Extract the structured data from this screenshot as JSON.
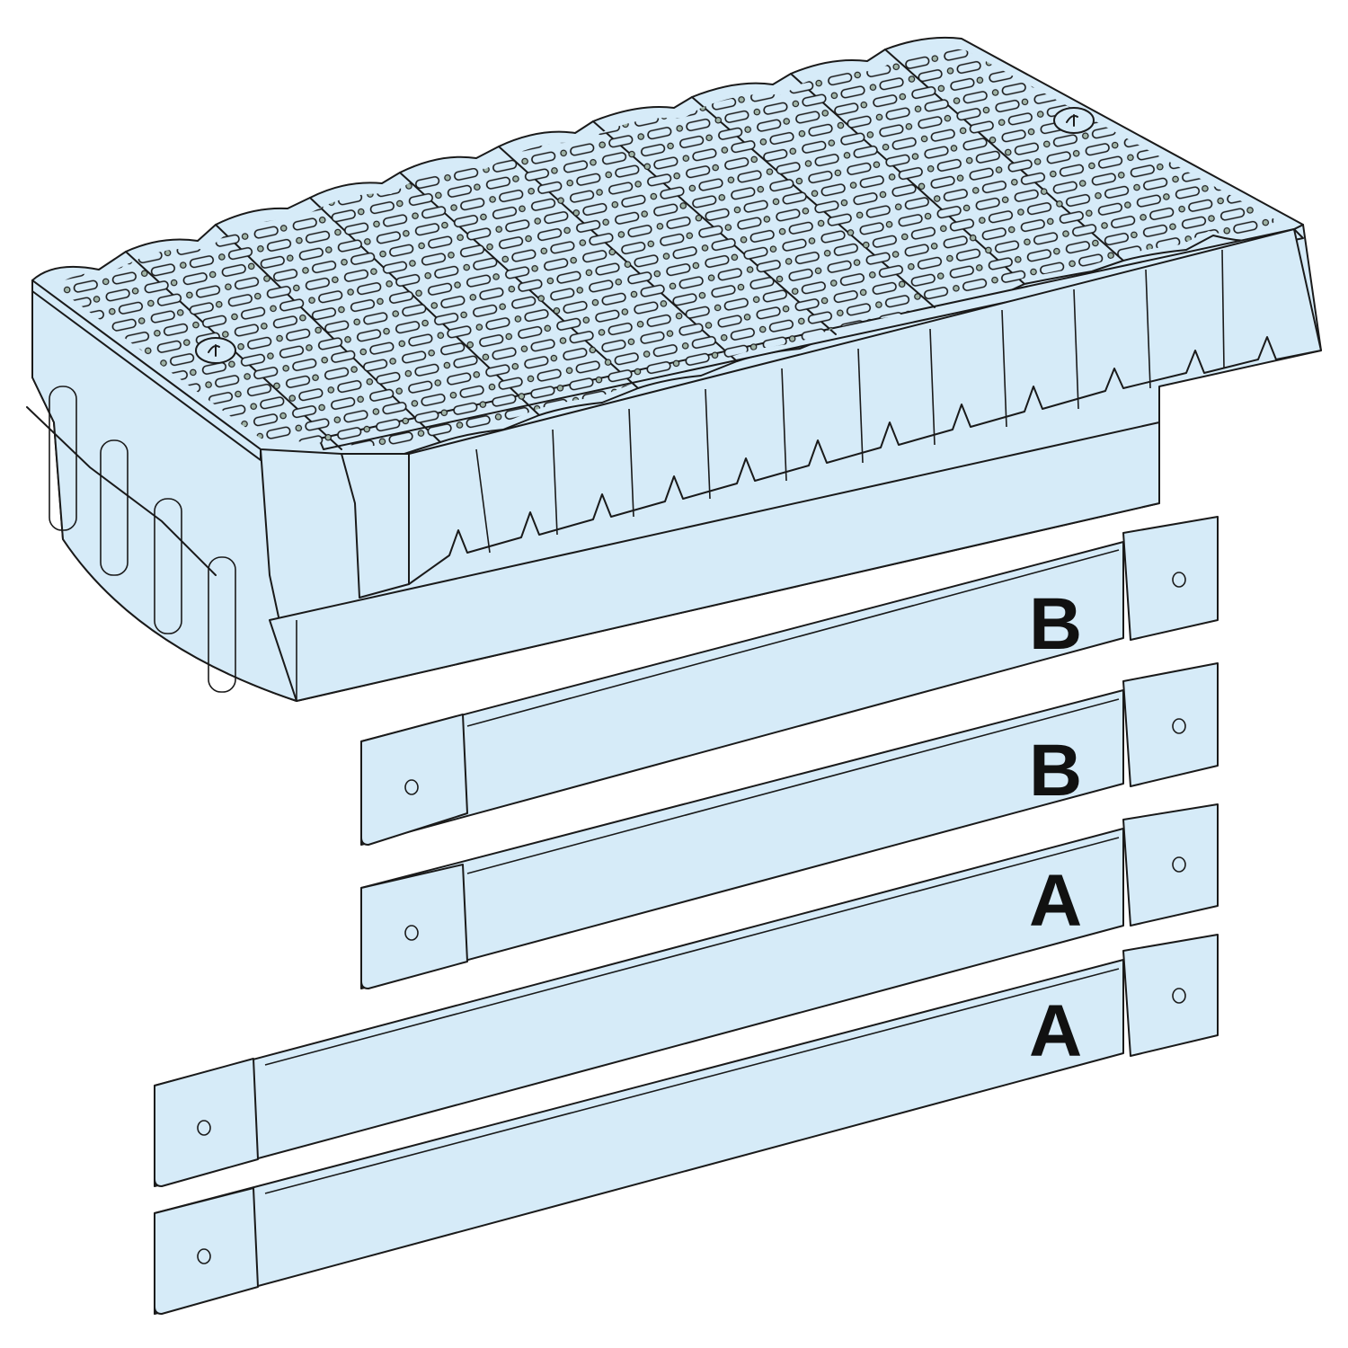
{
  "figure": {
    "type": "technical-illustration",
    "subject": "busbar support tray with four busbars",
    "colors": {
      "fill": "#d6ebf8",
      "outline": "#1a1a1a",
      "label": "#111111",
      "background": "#ffffff"
    }
  },
  "tray": {
    "name": "perforated busbar support tray",
    "segments": 12
  },
  "busbars": [
    {
      "label": "B"
    },
    {
      "label": "B"
    },
    {
      "label": "A"
    },
    {
      "label": "A"
    }
  ]
}
